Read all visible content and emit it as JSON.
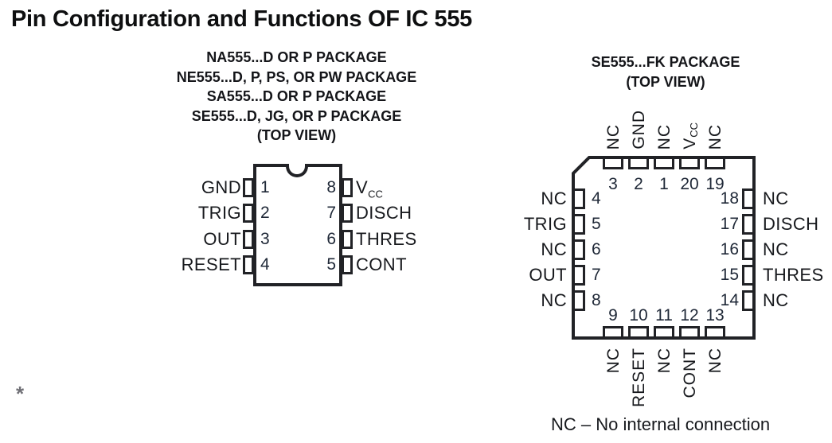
{
  "title": {
    "main": "Pin Configuration and Functions",
    "suffix": "OF IC 555"
  },
  "dip": {
    "header_lines": [
      "NA555...D OR P PACKAGE",
      "NE555...D, P, PS, OR PW PACKAGE",
      "SA555...D OR P PACKAGE",
      "SE555...D, JG, OR P PACKAGE",
      "(TOP VIEW)"
    ],
    "left_pins": [
      {
        "num": "1",
        "label": "GND"
      },
      {
        "num": "2",
        "label": "TRIG"
      },
      {
        "num": "3",
        "label": "OUT"
      },
      {
        "num": "4",
        "label": "RESET"
      }
    ],
    "right_pins": [
      {
        "num": "8",
        "label_main": "V",
        "label_sub": "CC"
      },
      {
        "num": "7",
        "label": "DISCH"
      },
      {
        "num": "6",
        "label": "THRES"
      },
      {
        "num": "5",
        "label": "CONT"
      }
    ]
  },
  "fk": {
    "header_lines": [
      "SE555...FK PACKAGE",
      "(TOP VIEW)"
    ],
    "top_pins": [
      {
        "num": "3",
        "label": "NC"
      },
      {
        "num": "2",
        "label": "GND"
      },
      {
        "num": "1",
        "label": "NC"
      },
      {
        "num": "20",
        "label_main": "V",
        "label_sub": "CC"
      },
      {
        "num": "19",
        "label": "NC"
      }
    ],
    "left_pins": [
      {
        "num": "4",
        "label": "NC"
      },
      {
        "num": "5",
        "label": "TRIG"
      },
      {
        "num": "6",
        "label": "NC"
      },
      {
        "num": "7",
        "label": "OUT"
      },
      {
        "num": "8",
        "label": "NC"
      }
    ],
    "right_pins": [
      {
        "num": "18",
        "label": "NC"
      },
      {
        "num": "17",
        "label": "DISCH"
      },
      {
        "num": "16",
        "label": "NC"
      },
      {
        "num": "15",
        "label": "THRES"
      },
      {
        "num": "14",
        "label": "NC"
      }
    ],
    "bottom_pins": [
      {
        "num": "9",
        "label": "NC"
      },
      {
        "num": "10",
        "label": "RESET"
      },
      {
        "num": "11",
        "label": "NC"
      },
      {
        "num": "12",
        "label": "CONT"
      },
      {
        "num": "13",
        "label": "NC"
      }
    ],
    "note": "NC – No internal connection"
  },
  "footnote_marker": "*",
  "colors": {
    "line": "#212226",
    "text": "#17191d",
    "number": "#202938",
    "footnote_gray": "#707076"
  }
}
